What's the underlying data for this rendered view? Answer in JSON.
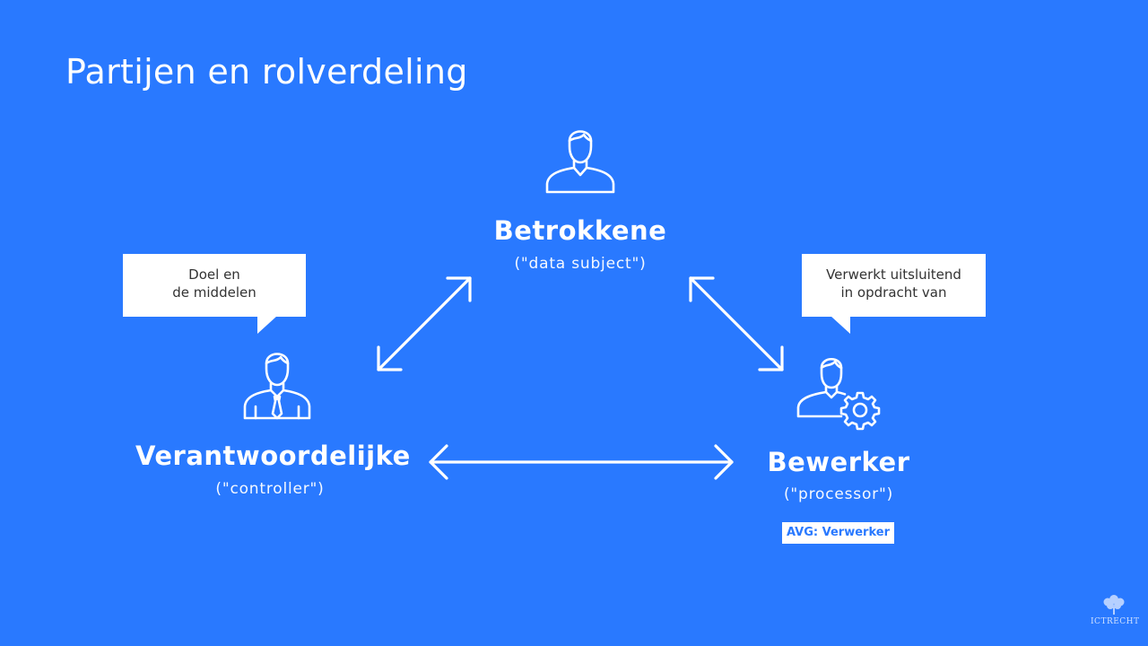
{
  "slide": {
    "title": "Partijen en rolverdeling"
  },
  "roles": {
    "betrokkene": {
      "name": "Betrokkene",
      "subtitle": "(\"data subject\")"
    },
    "verantwoordelijke": {
      "name": "Verantwoordelijke",
      "subtitle": "(\"controller\")"
    },
    "bewerker": {
      "name": "Bewerker",
      "subtitle": "(\"processor\")",
      "badge": "AVG: Verwerker"
    }
  },
  "bubbles": {
    "controller": {
      "line1": "Doel en",
      "line2": "de middelen"
    },
    "processor": {
      "line1": "Verwerkt uitsluitend",
      "line2": "in opdracht van"
    }
  },
  "logo": {
    "text": "ICTRECHT"
  },
  "colors": {
    "background": "#2979FF",
    "foreground": "#FFFFFF",
    "badge_text": "#2979FF"
  },
  "icons": [
    "person-icon",
    "person-with-tie-icon",
    "person-with-gear-icon",
    "bidirectional-arrow",
    "tree-logo-icon"
  ]
}
